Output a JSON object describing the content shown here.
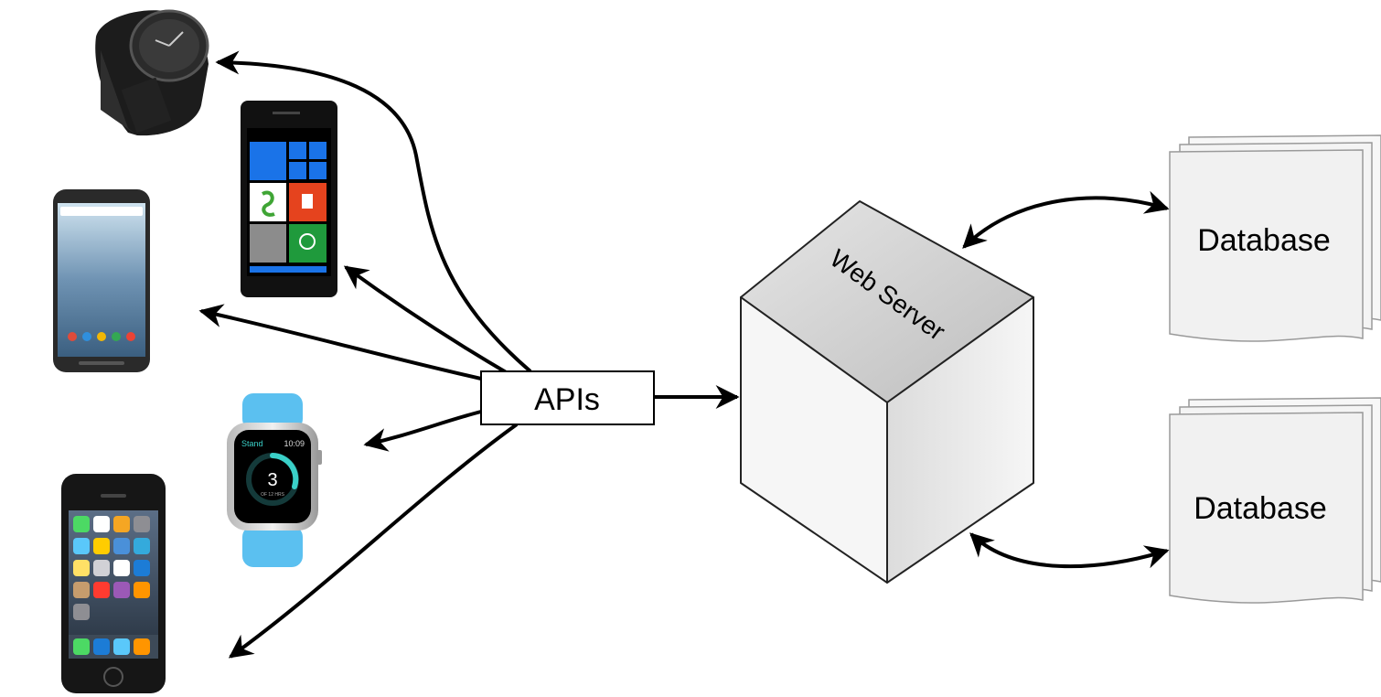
{
  "apis_label": "APIs",
  "web_server_label": "Web Server",
  "databases": [
    {
      "label": "Database"
    },
    {
      "label": "Database"
    }
  ],
  "devices": [
    {
      "name": "round-smartwatch",
      "icon": "smartwatch-icon"
    },
    {
      "name": "windows-phone",
      "icon": "windows-phone-icon"
    },
    {
      "name": "android-phone",
      "icon": "android-phone-icon"
    },
    {
      "name": "apple-watch",
      "icon": "apple-watch-icon",
      "screen": {
        "title": "Stand",
        "time": "10:09",
        "value": "3",
        "caption": "OF 12 HRS"
      }
    },
    {
      "name": "iphone",
      "icon": "iphone-icon"
    }
  ],
  "colors": {
    "arrow": "#000000",
    "cube_top": "#d6d6d6",
    "cube_left": "#f4f4f4",
    "cube_right": "#e2e2e2",
    "db_fill": "#f2f2f2",
    "watch_band": "#5bc0f0",
    "wp_blue": "#1a73e8",
    "wp_orange": "#e5431e",
    "wp_green": "#1f9a3c"
  }
}
